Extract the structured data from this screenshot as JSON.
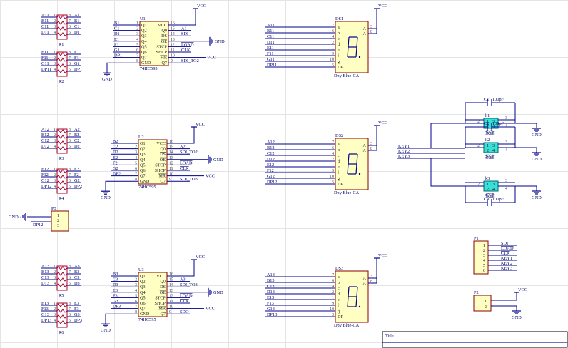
{
  "power": {
    "vcc": "VCC",
    "gnd": "GND"
  },
  "resnets": {
    "R1": {
      "left": [
        "A11",
        "B11",
        "C11",
        "D11"
      ],
      "right": [
        "A1",
        "B1",
        "C1",
        "D1"
      ],
      "pins_l": [
        "1",
        "2",
        "3",
        "4"
      ],
      "pins_r": [
        "8",
        "7",
        "6",
        "5"
      ]
    },
    "R2": {
      "left": [
        "E11",
        "F11",
        "G11",
        "DP11"
      ],
      "right": [
        "E1",
        "F1",
        "G1",
        "DP1"
      ],
      "pins_l": [
        "1",
        "2",
        "3",
        "4"
      ],
      "pins_r": [
        "8",
        "7",
        "6",
        "5"
      ]
    },
    "R3": {
      "left": [
        "A12",
        "B12",
        "C12",
        "D12"
      ],
      "right": [
        "A2",
        "B2",
        "C2",
        "D2"
      ],
      "pins_l": [
        "1",
        "2",
        "3",
        "4"
      ],
      "pins_r": [
        "8",
        "7",
        "6",
        "5"
      ]
    },
    "R4": {
      "left": [
        "E12",
        "F12",
        "G12",
        "DP12"
      ],
      "right": [
        "E2",
        "F2",
        "G2",
        "DP2"
      ],
      "pins_l": [
        "1",
        "2",
        "3",
        "4"
      ],
      "pins_r": [
        "8",
        "7",
        "6",
        "5"
      ]
    },
    "R5": {
      "left": [
        "A13",
        "B13",
        "C13",
        "D13"
      ],
      "right": [
        "A3",
        "B3",
        "C3",
        "D3"
      ],
      "pins_l": [
        "1",
        "2",
        "3",
        "4"
      ],
      "pins_r": [
        "8",
        "7",
        "6",
        "5"
      ]
    },
    "R6": {
      "left": [
        "E13",
        "F13",
        "G13",
        "DP13"
      ],
      "right": [
        "E3",
        "F3",
        "G3",
        "DP3"
      ],
      "pins_l": [
        "1",
        "2",
        "3",
        "4"
      ],
      "pins_r": [
        "8",
        "7",
        "6",
        "5"
      ]
    }
  },
  "ics": {
    "part": "74HC595",
    "left_pins": [
      "Q1",
      "Q2",
      "Q3",
      "Q4",
      "Q5",
      "Q6",
      "Q7",
      "GND"
    ],
    "right_pins": [
      "VCC",
      "Q0",
      "DS",
      "OE",
      "STCP",
      "SHCP",
      "MR",
      "Q7"
    ],
    "left_nums": [
      "1",
      "2",
      "3",
      "4",
      "5",
      "6",
      "7",
      "8"
    ],
    "right_nums": [
      "16",
      "15",
      "14",
      "13",
      "12",
      "11",
      "10",
      "9"
    ],
    "U1": {
      "ref": "U1",
      "inputs": [
        "B1",
        "C1",
        "D1",
        "E1",
        "F1",
        "G1",
        "DP1",
        ""
      ],
      "outputs": [
        "VCC",
        "A1",
        "SDI",
        "",
        "LOAD",
        "CLK",
        "VCC",
        "SDI_TO2"
      ]
    },
    "U2": {
      "ref": "U2",
      "inputs": [
        "B2",
        "C2",
        "D2",
        "E2",
        "F2",
        "G2",
        "DP2",
        ""
      ],
      "outputs": [
        "VCC",
        "A2",
        "SDI_TO2",
        "",
        "LOAD",
        "CLK",
        "VCC",
        "SDI_TO3"
      ]
    },
    "U3": {
      "ref": "U3",
      "inputs": [
        "B3",
        "C3",
        "D3",
        "E3",
        "F3",
        "G3",
        "DP3",
        ""
      ],
      "outputs": [
        "VCC",
        "A3",
        "SDI_TO3",
        "",
        "LOAD",
        "CLK",
        "VCC",
        "SDO"
      ]
    }
  },
  "displays": {
    "part": "Dpy Blue-CA",
    "seg_labels": [
      "a",
      "b",
      "c",
      "d",
      "e",
      "f",
      "g",
      "DP"
    ],
    "seg_nums": [
      "7",
      "6",
      "4",
      "2",
      "1",
      "9",
      "10",
      "5"
    ],
    "DS1": {
      "ref": "DS1",
      "nets": [
        "A11",
        "B11",
        "C11",
        "D11",
        "E11",
        "F11",
        "G11",
        "DP11"
      ]
    },
    "DS2": {
      "ref": "DS2",
      "nets": [
        "A12",
        "B12",
        "C12",
        "D12",
        "E12",
        "F12",
        "G12",
        "DP12"
      ]
    },
    "DS3": {
      "ref": "DS3",
      "nets": [
        "A13",
        "B13",
        "C13",
        "D13",
        "E13",
        "F13",
        "G13",
        "DP13"
      ]
    },
    "com": [
      "A",
      "A"
    ],
    "com_nums": [
      "3",
      "8"
    ]
  },
  "keys": {
    "k1": {
      "ref": "k1",
      "name": "按键",
      "cap": "C1",
      "cap_val": "100pF"
    },
    "k2": {
      "ref": "k2",
      "name": "按键",
      "cap": "C2",
      "cap_val": "100pF"
    },
    "k3": {
      "ref": "k3",
      "name": "按键",
      "cap": "C3",
      "cap_val": "100pF"
    },
    "pins": [
      "1",
      "2",
      "3",
      "4"
    ],
    "nets": [
      "KEY1",
      "KEY2",
      "KEY3"
    ]
  },
  "headers": {
    "P1": {
      "ref": "P1",
      "pins": [
        "1",
        "2",
        "3",
        "4",
        "5",
        "6"
      ],
      "nets": [
        "SDI",
        "LOAD",
        "CLK",
        "KEY1",
        "KEY2",
        "KEY3"
      ]
    },
    "P2": {
      "ref": "P2",
      "pins": [
        "1",
        "2"
      ]
    },
    "P3": {
      "ref": "P3",
      "pins": [
        "1",
        "2",
        "3"
      ],
      "nets": [
        "GND",
        "DP12"
      ]
    }
  },
  "title_block": {
    "title": "Title"
  }
}
